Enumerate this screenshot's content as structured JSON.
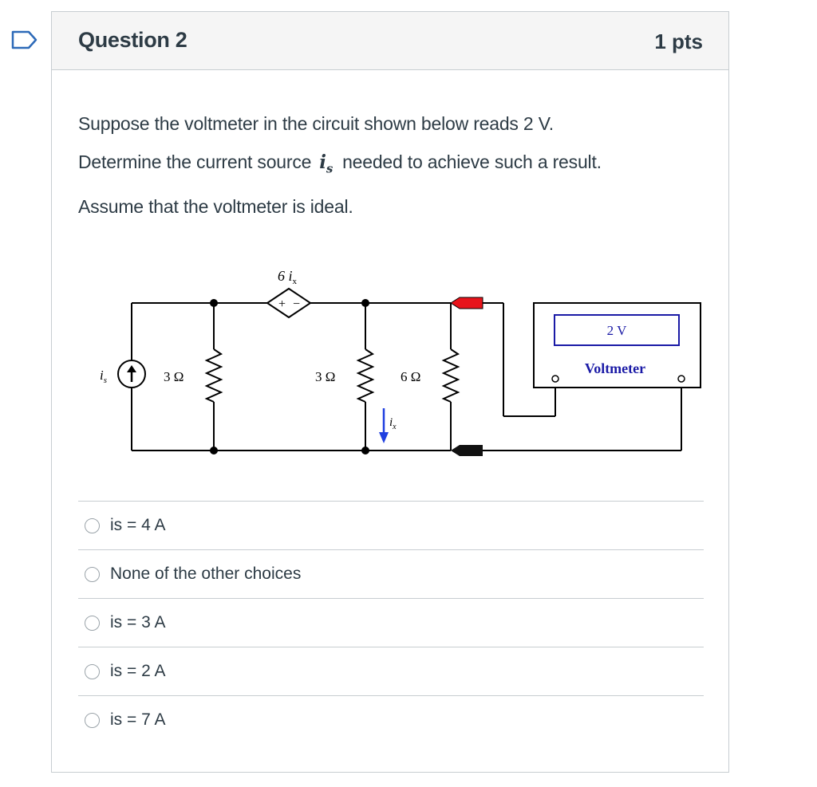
{
  "question": {
    "title": "Question 2",
    "points": "1 pts"
  },
  "prompt": {
    "line1": "Suppose the voltmeter in the circuit shown below reads 2 V.",
    "line2_before": "Determine the current source",
    "line2_var": "i",
    "line2_var_sub": "s",
    "line2_after": "needed to achieve such a result.",
    "line3": "Assume that the voltmeter is ideal."
  },
  "circuit": {
    "dep_source_label": "6 i",
    "dep_source_sub": "x",
    "dep_source_plus": "+",
    "dep_source_minus": "−",
    "source_label": "i",
    "source_sub": "s",
    "r1_label": "3 Ω",
    "r2_label": "3 Ω",
    "r3_label": "6 Ω",
    "current_label": "i",
    "current_sub": "x",
    "voltmeter_reading": "2 V",
    "voltmeter_label": "Voltmeter",
    "colors": {
      "probe_red": "#e8141b",
      "probe_black": "#111111",
      "voltmeter_text": "#1a1aa6",
      "current_arrow": "#1f3fe0"
    }
  },
  "choices": [
    {
      "label": "is = 4 A",
      "selected": false
    },
    {
      "label": "None of the other choices",
      "selected": false
    },
    {
      "label": "is = 3 A",
      "selected": false
    },
    {
      "label": "is = 2 A",
      "selected": false
    },
    {
      "label": "is = 7 A",
      "selected": false
    }
  ]
}
